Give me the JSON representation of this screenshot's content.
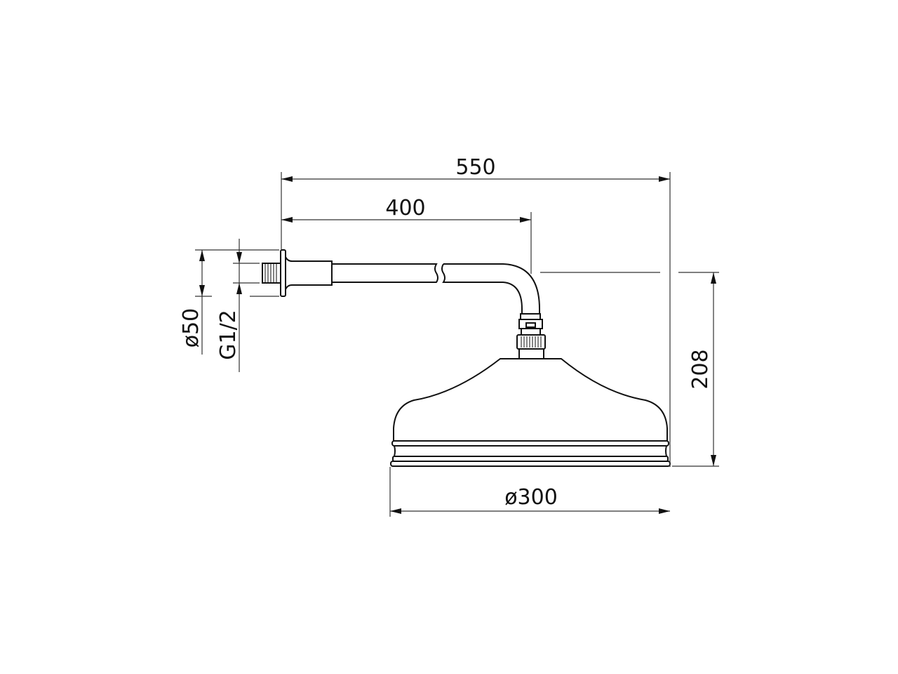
{
  "title": "Shower arm with rose head – dimension drawing",
  "dimensions": {
    "overall_length": "550",
    "arm_length": "400",
    "height": "208",
    "head_diameter": "ø300",
    "flange_diameter": "ø50",
    "thread": "G1/2"
  },
  "colors": {
    "line": "#111111",
    "background": "#ffffff"
  }
}
